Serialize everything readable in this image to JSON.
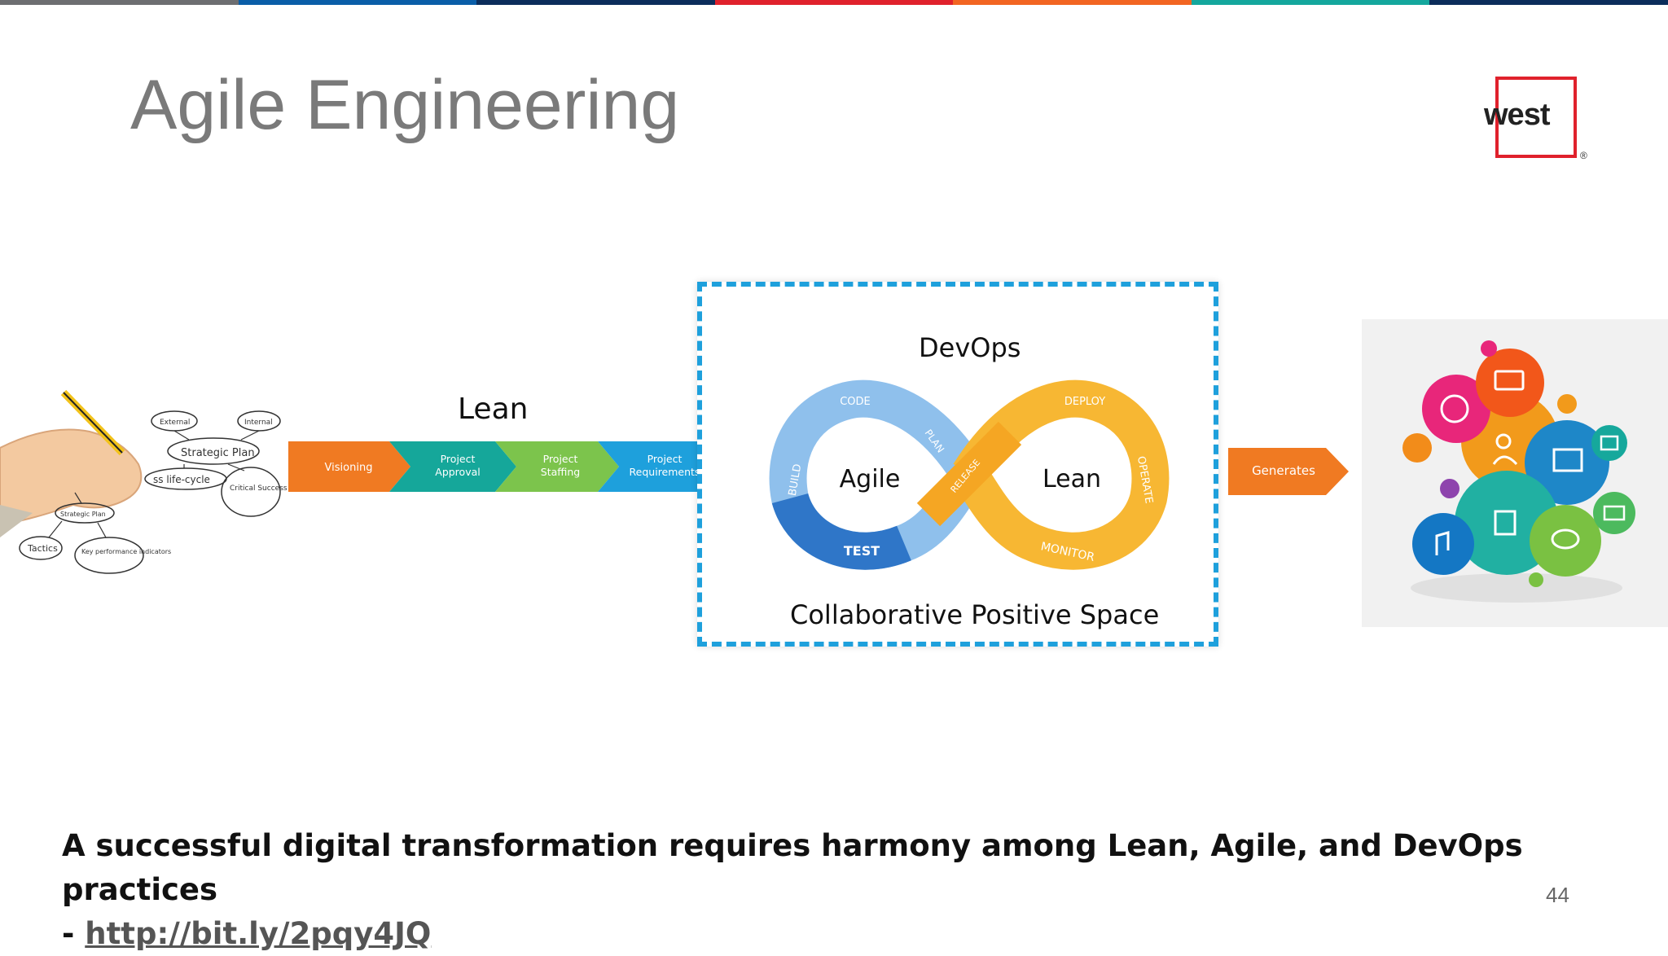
{
  "slide": {
    "title": "Agile Engineering",
    "logo_text": "west",
    "logo_registered": "®",
    "page_number": "44"
  },
  "colors": {
    "top_bar": [
      "#6d6e71",
      "#0a5ea8",
      "#0b2d5b",
      "#e0212c",
      "#f26522",
      "#14a79d",
      "#0b2d5b"
    ],
    "accent_orange": "#f07a22",
    "accent_teal": "#15a79a",
    "accent_green": "#7cc44c",
    "accent_blue": "#1ea0dc",
    "logo_red": "#e0212c"
  },
  "lean_flow": {
    "label": "Lean",
    "steps": [
      {
        "label": "Visioning",
        "color": "#f07a22"
      },
      {
        "label": "Project Approval",
        "color": "#15a79a"
      },
      {
        "label": "Project Staffing",
        "color": "#7cc44c"
      },
      {
        "label": "Project Requirements",
        "color": "#1ea0dc"
      }
    ]
  },
  "devops": {
    "title": "DevOps",
    "left_loop_label": "Agile",
    "right_loop_label": "Lean",
    "stages_left": [
      "CODE",
      "BUILD",
      "TEST",
      "PLAN"
    ],
    "stages_right": [
      "DEPLOY",
      "OPERATE",
      "MONITOR",
      "RELEASE"
    ],
    "footer": "Collaborative Positive Space"
  },
  "generates": {
    "label": "Generates"
  },
  "sketch_labels": [
    "External",
    "Internal",
    "Strategic Plan",
    "ss life-cycle",
    "Critical Success factors",
    "Strategic Plan",
    "Tactics",
    "Key performance indicators"
  ],
  "caption": {
    "text": "A successful digital transformation requires harmony among Lean, Agile, and DevOps practices",
    "dash": "-",
    "link": "http://bit.ly/2pqy4JQ"
  }
}
